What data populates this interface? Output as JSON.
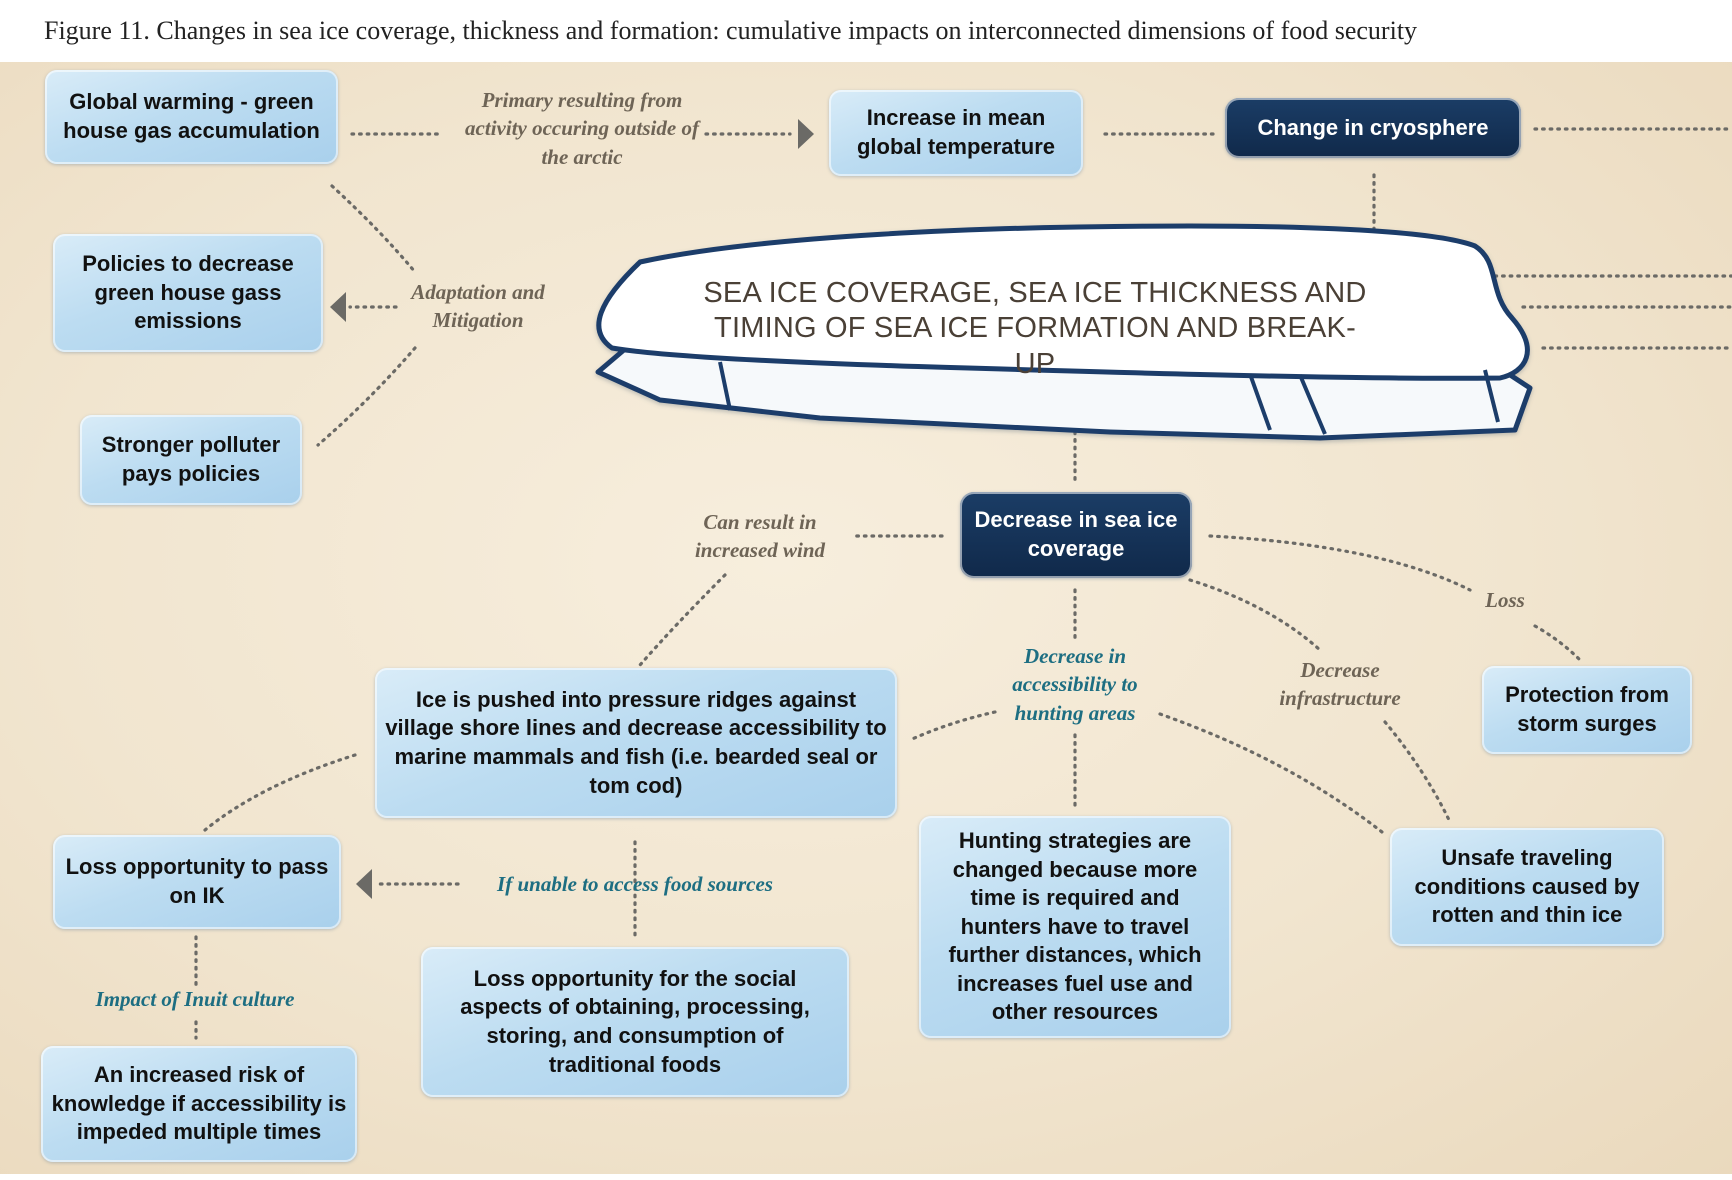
{
  "title": "Figure 11. Changes in sea ice coverage, thickness and formation: cumulative impacts on interconnected dimensions of food security",
  "center": "SEA ICE COVERAGE, SEA ICE THICKNESS AND TIMING OF SEA ICE FORMATION AND BREAK-UP",
  "boxes": {
    "global_warming": "Global warming - green house gas accumulation",
    "mean_temp": "Increase in mean global temperature",
    "cryosphere": "Change in cryosphere",
    "policies": "Policies to decrease green house gass emissions",
    "polluter": "Stronger polluter pays policies",
    "decrease_coverage": "Decrease in sea ice coverage",
    "pressure_ridges": "Ice is pushed into pressure ridges against village shore lines and decrease accessibility to marine mammals and fish (i.e. bearded seal or tom cod)",
    "protection": "Protection from storm surges",
    "loss_ik": "Loss opportunity to pass on IK",
    "hunting": "Hunting strategies are changed because more time is required and hunters have to travel further distances, which increases fuel use and other resources",
    "unsafe": "Unsafe traveling conditions caused by rotten and thin ice",
    "social": "Loss opportunity for the social aspects of obtaining, processing, storing, and consumption of traditional foods",
    "risk": "An increased risk of knowledge if accessibility is impeded multiple times"
  },
  "labels": {
    "primary": "Primary resulting from activity occuring outside of the arctic",
    "adaptation": "Adaptation and Mitigation",
    "wind": "Can result in increased wind",
    "accessibility": "Decrease in accessibility to hunting areas",
    "infrastructure": "Decrease infrastructure",
    "loss": "Loss",
    "unable": "If unable to access food sources",
    "culture": "Impact of Inuit culture"
  },
  "colors": {
    "box_fill": "#b9dbf1",
    "dark_box": "#13305a",
    "background": "#f2e7d3",
    "connector": "#6b6a66",
    "teal_label": "#1d6e82",
    "grey_label": "#6e6456"
  }
}
